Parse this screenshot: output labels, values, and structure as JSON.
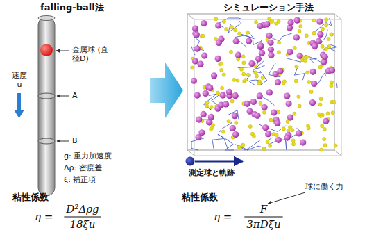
{
  "diagram": {
    "labels": [
      "falling-ball法",
      "金属球 (直径D)",
      "速度 u",
      "A",
      "B",
      "g: 重力加速度",
      "Δρ: 密度差",
      "ξ: 補正項",
      "粘性係数",
      "η =",
      "D²Δρg",
      "18ξu",
      "シミュレーション手法",
      "測定球と軌跡",
      "球に働く力",
      "粘性係数",
      "η =",
      "F",
      "3πDξu"
    ]
  }
}
